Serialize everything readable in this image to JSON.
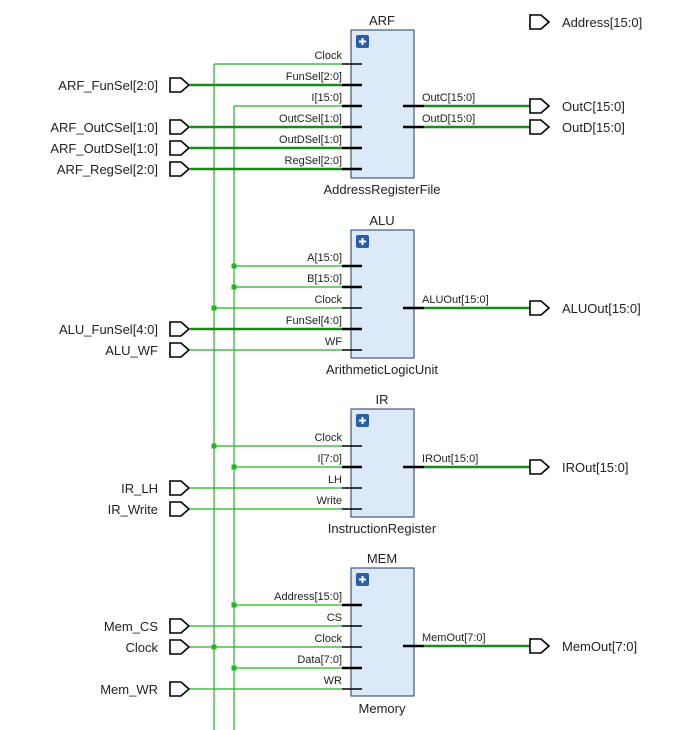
{
  "blocks": {
    "arf": {
      "title": "ARF",
      "name": "AddressRegisterFile",
      "pins_left": [
        "Clock",
        "FunSel[2:0]",
        "I[15:0]",
        "OutCSel[1:0]",
        "OutDSel[1:0]",
        "RegSel[2:0]"
      ],
      "pins_right": [
        "OutC[15:0]",
        "OutD[15:0]"
      ]
    },
    "alu": {
      "title": "ALU",
      "name": "ArithmeticLogicUnit",
      "pins_left": [
        "A[15:0]",
        "B[15:0]",
        "Clock",
        "FunSel[4:0]",
        "WF"
      ],
      "pins_right": [
        "ALUOut[15:0]"
      ]
    },
    "ir": {
      "title": "IR",
      "name": "InstructionRegister",
      "pins_left": [
        "Clock",
        "I[7:0]",
        "LH",
        "Write"
      ],
      "pins_right": [
        "IROut[15:0]"
      ]
    },
    "mem": {
      "title": "MEM",
      "name": "Memory",
      "pins_left": [
        "Address[15:0]",
        "CS",
        "Clock",
        "Data[7:0]",
        "WR"
      ],
      "pins_right": [
        "MemOut[7:0]"
      ]
    }
  },
  "input_ports": [
    "ARF_FunSel[2:0]",
    "ARF_OutCSel[1:0]",
    "ARF_OutDSel[1:0]",
    "ARF_RegSel[2:0]",
    "ALU_FunSel[4:0]",
    "ALU_WF",
    "IR_LH",
    "IR_Write",
    "Mem_CS",
    "Clock",
    "Mem_WR"
  ],
  "output_ports": [
    "Address[15:0]",
    "OutC[15:0]",
    "OutD[15:0]",
    "ALUOut[15:0]",
    "IROut[15:0]",
    "MemOut[7:0]"
  ],
  "colors": {
    "wire": "#22b422",
    "bus": "#1a8a1a",
    "block_fill": "#dce9f8",
    "block_stroke": "#1f3b63",
    "expand_icon": "#2a5fa8"
  },
  "icons": {
    "expand": "plus-icon",
    "port": "port-arrow-icon"
  }
}
